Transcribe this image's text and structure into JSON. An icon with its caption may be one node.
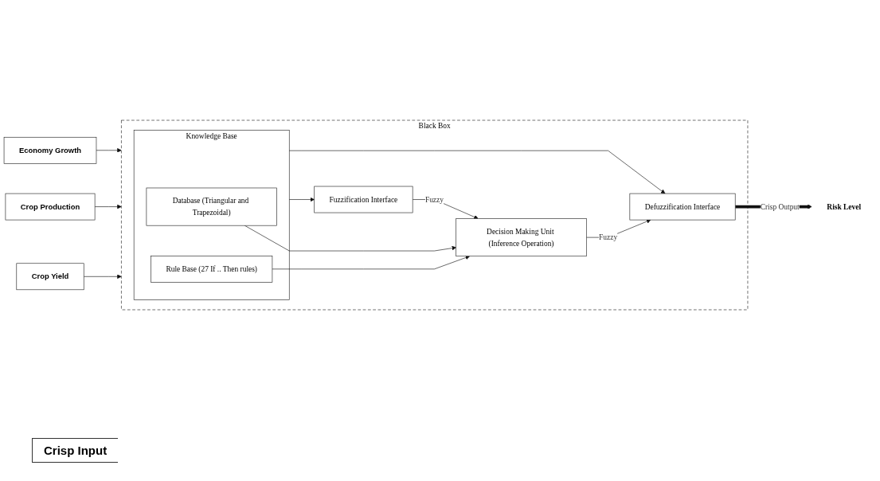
{
  "diagram": {
    "nodes": [
      {
        "text": [
          "Crop Yield"
        ]
      },
      {
        "text": [
          "Crop Production"
        ]
      },
      {
        "text": [
          "Economy Growth"
        ]
      },
      {
        "text": [
          "Black Box"
        ]
      },
      {
        "text": [
          "Knowledge Base"
        ],
        "in": 3
      },
      {
        "text": [
          "Database (Triangular and Trapezoidal)"
        ],
        "in": 4
      },
      {
        "text": [
          "Rule Base (27 If .. Then rules)"
        ],
        "in": 4
      },
      {
        "text": [
          "Fuzzification Interface"
        ],
        "in": 3
      },
      {
        "text": [
          "Decision Making Unit (Inference Operation)"
        ],
        "in": 3
      },
      {
        "text": [
          "Defuzzification Interface"
        ],
        "in": 3
      },
      {
        "text": [
          "Risk Level"
        ]
      }
    ],
    "edges": [
      {
        "from": 0,
        "to": 3,
        "arrow": "to"
      },
      {
        "from": 1,
        "to": 3,
        "arrow": "to"
      },
      {
        "from": 2,
        "to": 3,
        "arrow": "to"
      },
      {
        "from": 4,
        "to": 7,
        "arrow": "to"
      },
      {
        "from": 4,
        "to": 9,
        "arrow": "to"
      },
      {
        "from": 5,
        "to": 8,
        "arrow": "to"
      },
      {
        "from": 6,
        "to": 8,
        "arrow": "to"
      },
      {
        "from": 7,
        "to": 8,
        "arrow": "to",
        "label": "Fuzzy"
      },
      {
        "from": 8,
        "to": 9,
        "arrow": "to",
        "label": "Fuzzy"
      },
      {
        "from": 9,
        "to": 10,
        "arrow": "to",
        "label": "Crisp Output",
        "style": "thick"
      }
    ],
    "labels": [
      "Crisp Input"
    ]
  }
}
